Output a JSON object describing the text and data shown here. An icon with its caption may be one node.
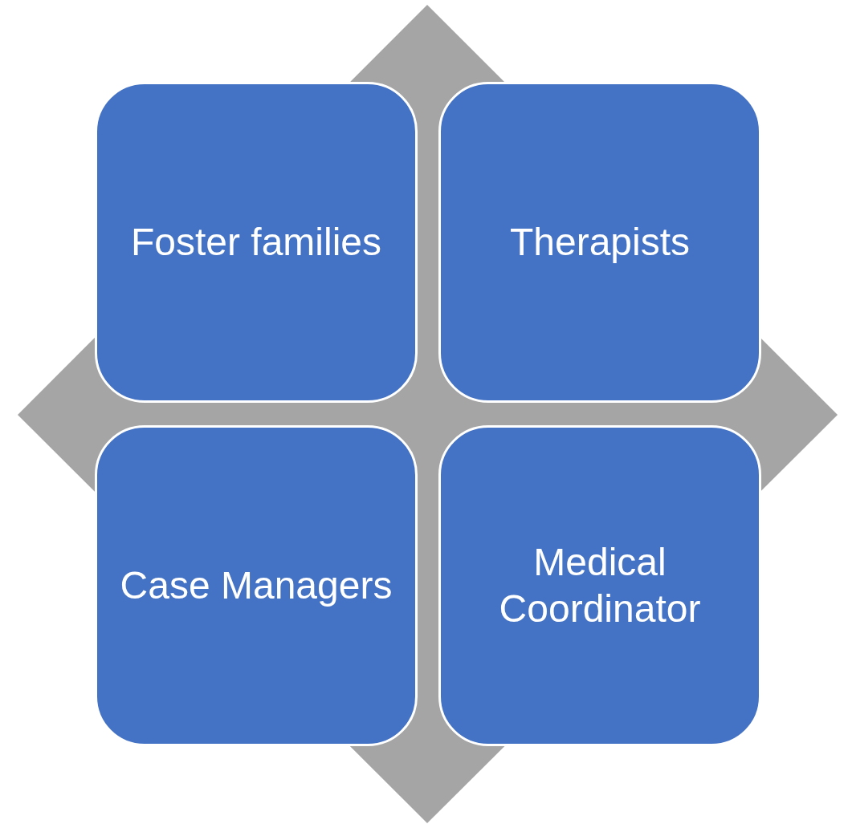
{
  "diagram": {
    "nodes": [
      {
        "text": [
          "Foster families"
        ]
      },
      {
        "text": [
          "Therapists"
        ]
      },
      {
        "text": [
          "Case Managers"
        ]
      },
      {
        "text": [
          "Medical Coordinator"
        ]
      }
    ]
  }
}
